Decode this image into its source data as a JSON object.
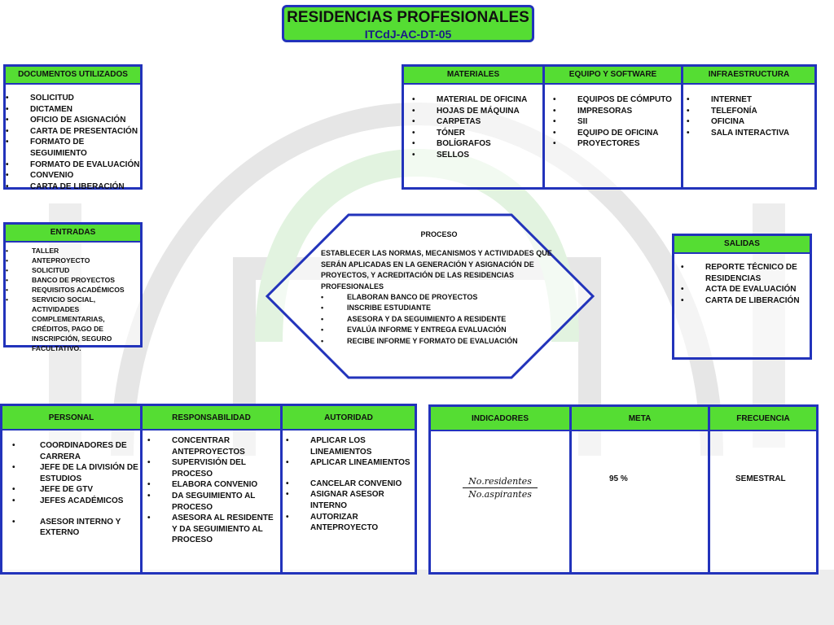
{
  "title": "RESIDENCIAS PROFESIONALES",
  "code": "ITCdJ-AC-DT-05",
  "documentos": {
    "header": "DOCUMENTOS UTILIZADOS",
    "items": [
      "SOLICITUD",
      "DICTAMEN",
      "OFICIO DE ASIGNACIÓN",
      "CARTA DE PRESENTACIÓN",
      "FORMATO DE SEGUIMIENTO",
      "FORMATO DE EVALUACIÓN",
      "CONVENIO",
      "CARTA DE LIBERACIÓN"
    ]
  },
  "materiales": {
    "header": "MATERIALES",
    "items": [
      "MATERIAL DE OFICINA",
      "HOJAS DE MÁQUINA",
      "CARPETAS",
      "TÓNER",
      "BOLÍGRAFOS",
      "SELLOS"
    ]
  },
  "equipo": {
    "header": "EQUIPO Y SOFTWARE",
    "items": [
      "EQUIPOS DE CÓMPUTO",
      "IMPRESORAS",
      "SII",
      "EQUIPO DE OFICINA",
      "PROYECTORES"
    ]
  },
  "infraestructura": {
    "header": "INFRAESTRUCTURA",
    "items": [
      "INTERNET",
      "TELEFONÍA",
      "OFICINA",
      "SALA INTERACTIVA"
    ]
  },
  "entradas": {
    "header": "ENTRADAS",
    "items": [
      "TALLER",
      "ANTEPROYECTO",
      "SOLICITUD",
      "BANCO DE PROYECTOS",
      "REQUISITOS ACADÉMICOS",
      "SERVICIO SOCIAL, ACTIVIDADES COMPLEMENTARIAS, CRÉDITOS, PAGO DE INSCRIPCIÓN, SEGURO FACULTATIVO."
    ]
  },
  "proceso": {
    "title": "PROCESO",
    "description": "ESTABLECER LAS NORMAS, MECANISMOS Y ACTIVIDADES QUE SERÁN APLICADAS EN LA GENERACIÓN Y ASIGNACIÓN DE PROYECTOS, Y ACREDITACIÓN DE LAS RESIDENCIAS PROFESIONALES",
    "items": [
      "ELABORAN BANCO DE PROYECTOS",
      "INSCRIBE ESTUDIANTE",
      "ASESORA Y DA SEGUIMIENTO A RESIDENTE",
      "EVALÚA INFORME Y ENTREGA EVALUACIÓN",
      "RECIBE INFORME Y FORMATO DE EVALUACIÓN"
    ]
  },
  "salidas": {
    "header": "SALIDAS",
    "items": [
      "REPORTE TÉCNICO DE RESIDENCIAS",
      "ACTA DE EVALUACIÓN",
      "CARTA DE LIBERACIÓN"
    ]
  },
  "personal": {
    "header": "PERSONAL",
    "items": [
      "COORDINADORES DE CARRERA",
      "JEFE DE LA DIVISIÓN DE ESTUDIOS",
      "JEFE DE GTV",
      "JEFES ACADÉMICOS",
      "ASESOR INTERNO Y EXTERNO"
    ]
  },
  "responsabilidad": {
    "header": "RESPONSABILIDAD",
    "items": [
      "CONCENTRAR ANTEPROYECTOS",
      "SUPERVISIÓN DEL PROCESO",
      "ELABORA CONVENIO",
      "DA SEGUIMIENTO AL PROCESO",
      "ASESORA AL RESIDENTE Y DA SEGUIMIENTO AL PROCESO"
    ]
  },
  "autoridad": {
    "header": "AUTORIDAD",
    "items": [
      "APLICAR LOS LINEAMIENTOS",
      "APLICAR LINEAMIENTOS",
      "CANCELAR CONVENIO",
      "ASIGNAR ASESOR INTERNO",
      "AUTORIZAR ANTEPROYECTO"
    ]
  },
  "indicadores": {
    "header": "INDICADORES",
    "numerator": "No.residentes",
    "denominator": "No.aspirantes"
  },
  "meta": {
    "header": "META",
    "value": "95 %"
  },
  "frecuencia": {
    "header": "FRECUENCIA",
    "value": "SEMESTRAL"
  },
  "colors": {
    "header_green": "#55dd33",
    "border_blue": "#2233bb"
  }
}
